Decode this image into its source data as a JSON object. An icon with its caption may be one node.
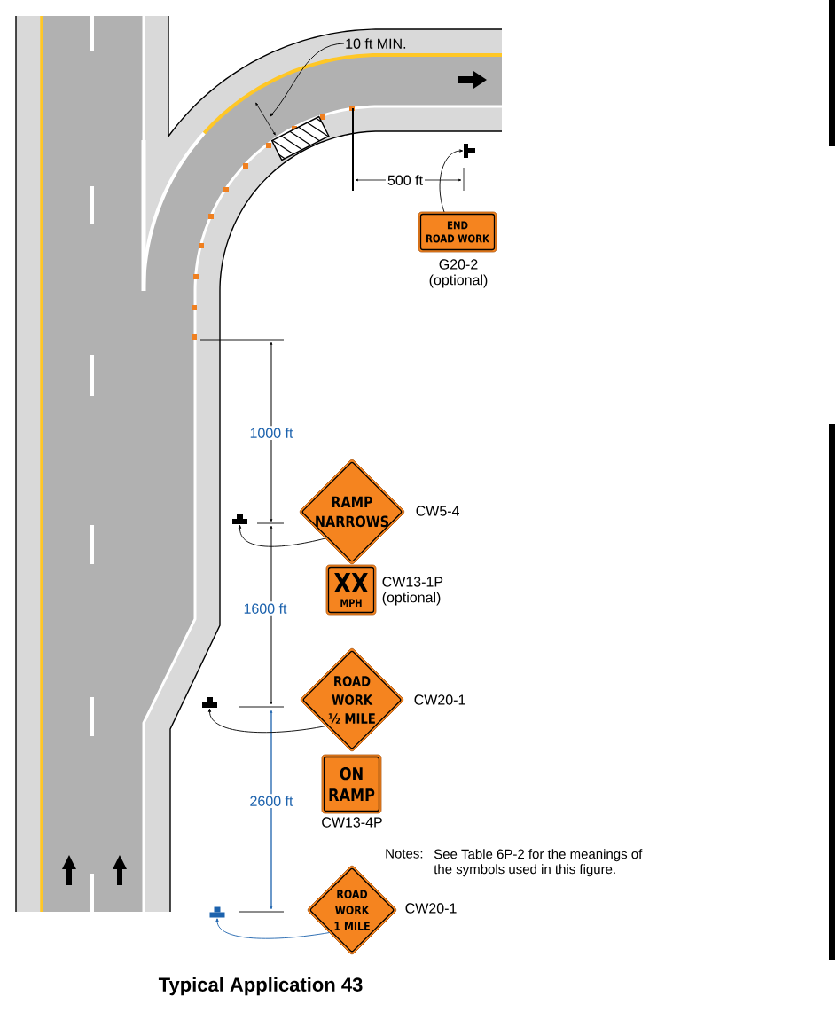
{
  "diagram": {
    "title": "Typical Application 43",
    "nodes": [
      {
        "text": [
          "10 ft MIN."
        ]
      },
      {
        "text": [],
        "shape": "symbol"
      },
      {
        "text": [
          "END ROAD WORK"
        ],
        "beside": [
          "G20-2",
          "(optional)"
        ]
      },
      {
        "text": [],
        "shape": "symbol"
      },
      {
        "text": [
          "RAMP NARROWS"
        ],
        "beside": [
          "CW5-4"
        ]
      },
      {
        "text": [
          "XX",
          "MPH"
        ],
        "beside": [
          "CW13-1P",
          "(optional)"
        ]
      },
      {
        "text": [],
        "shape": "symbol"
      },
      {
        "text": [
          "ROAD WORK ½ MILE"
        ],
        "beside": [
          "CW20-1"
        ]
      },
      {
        "text": [
          "ON RAMP"
        ],
        "beside": [
          "CW13-4P"
        ]
      },
      {
        "text": [],
        "shape": "symbol"
      },
      {
        "text": [
          "ROAD WORK 1 MILE"
        ],
        "beside": [
          "CW20-1"
        ]
      }
    ],
    "edges": [
      {
        "from": 0,
        "to": null,
        "arrow": "to"
      },
      {
        "from": 2,
        "to": 1,
        "arrow": "to"
      },
      {
        "from": 4,
        "to": 3,
        "arrow": "to"
      },
      {
        "from": 7,
        "to": 6,
        "arrow": "to"
      },
      {
        "from": 10,
        "to": 9,
        "arrow": "to",
        "color": "#1c62ad"
      }
    ],
    "labels": [
      "500 ft",
      "1000 ft",
      "1600 ft",
      "2600 ft",
      "Notes:",
      "See Table 6P-2 for the meanings of the symbols used in this figure."
    ]
  }
}
